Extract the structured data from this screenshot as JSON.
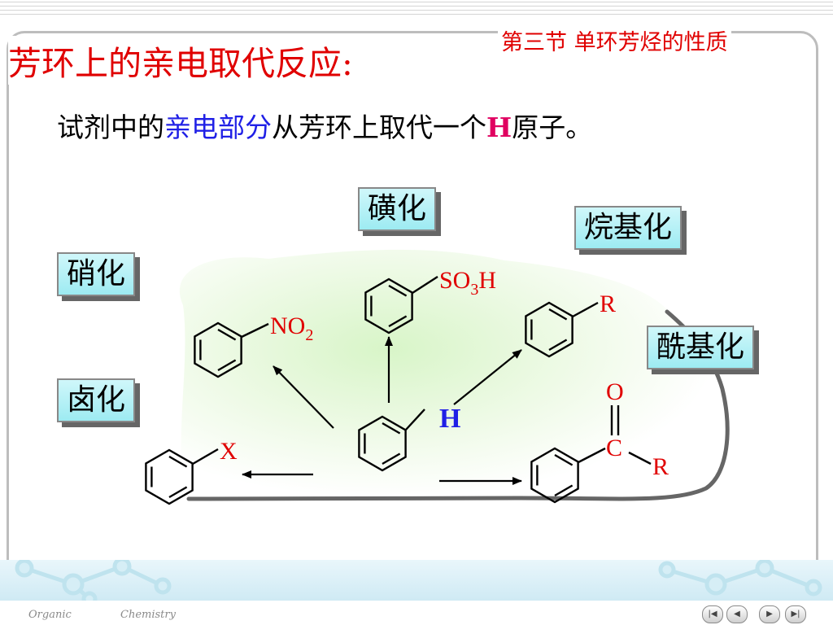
{
  "header": {
    "section_label": "第三节  单环芳烃的性质",
    "title": "芳环上的亲电取代反应:"
  },
  "subtitle": {
    "part1": "试剂中的",
    "part2_highlight": "亲电部分",
    "part3": "从芳环上取代一个",
    "part4_highlight": "H",
    "part5": "原子。"
  },
  "reactions": {
    "sulfonation": "磺化",
    "alkylation": "烷基化",
    "nitration": "硝化",
    "acylation": "酰基化",
    "halogenation": "卤化"
  },
  "scheme": {
    "center_h": "H",
    "nitro_n": "NO",
    "nitro_sub": "2",
    "sulfo_so": "SO",
    "sulfo_sub": "3",
    "sulfo_h": "H",
    "alkyl_r": "R",
    "acyl_o": "O",
    "acyl_c": "C",
    "acyl_r": "R",
    "halo_x": "X"
  },
  "footer": {
    "left": "Organic",
    "right": "Chemistry"
  },
  "nav": {
    "first": "|◀",
    "prev": "◀",
    "next": "▶",
    "last": "▶|"
  },
  "colors": {
    "title_red": "#e00000",
    "highlight_blue": "#2020e6",
    "highlight_magenta": "#e00060",
    "box_cyan": "#9debf2"
  }
}
